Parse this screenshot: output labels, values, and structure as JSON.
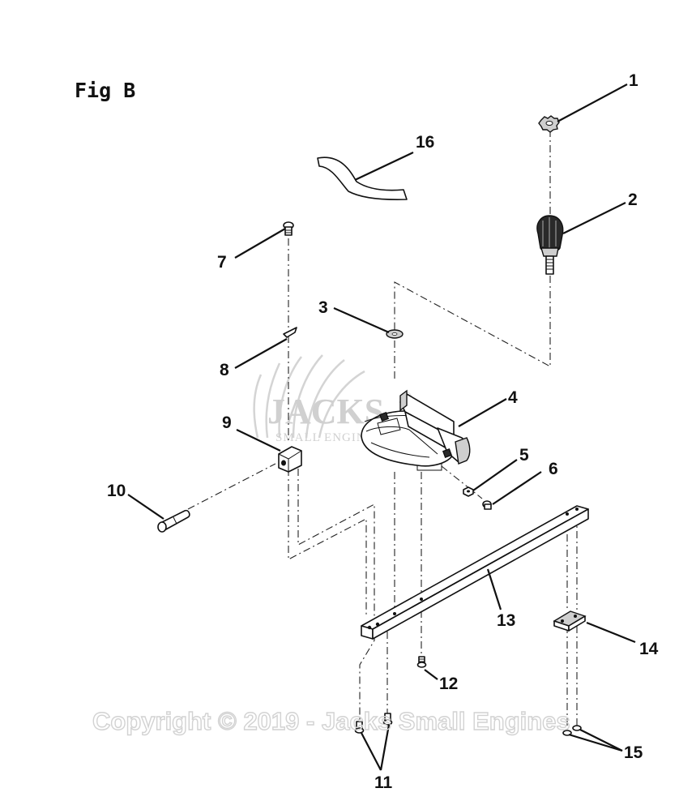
{
  "figure": {
    "title": "Fig B"
  },
  "callouts": [
    {
      "id": "1",
      "label": "1"
    },
    {
      "id": "2",
      "label": "2"
    },
    {
      "id": "3",
      "label": "3"
    },
    {
      "id": "4",
      "label": "4"
    },
    {
      "id": "5",
      "label": "5"
    },
    {
      "id": "6",
      "label": "6"
    },
    {
      "id": "7",
      "label": "7"
    },
    {
      "id": "8",
      "label": "8"
    },
    {
      "id": "9",
      "label": "9"
    },
    {
      "id": "10",
      "label": "10"
    },
    {
      "id": "11",
      "label": "11"
    },
    {
      "id": "12",
      "label": "12"
    },
    {
      "id": "13",
      "label": "13"
    },
    {
      "id": "14",
      "label": "14"
    },
    {
      "id": "15",
      "label": "15"
    },
    {
      "id": "16",
      "label": "16"
    }
  ],
  "watermark": {
    "logo_text": "JACKS",
    "logo_subtext": "SMALL ENGINES",
    "registered_mark": "®",
    "copyright": "Copyright © 2019 - Jacks Small Engines"
  },
  "colors": {
    "ink": "#111111",
    "watermark": "#d2d2d2",
    "background": "#ffffff"
  }
}
